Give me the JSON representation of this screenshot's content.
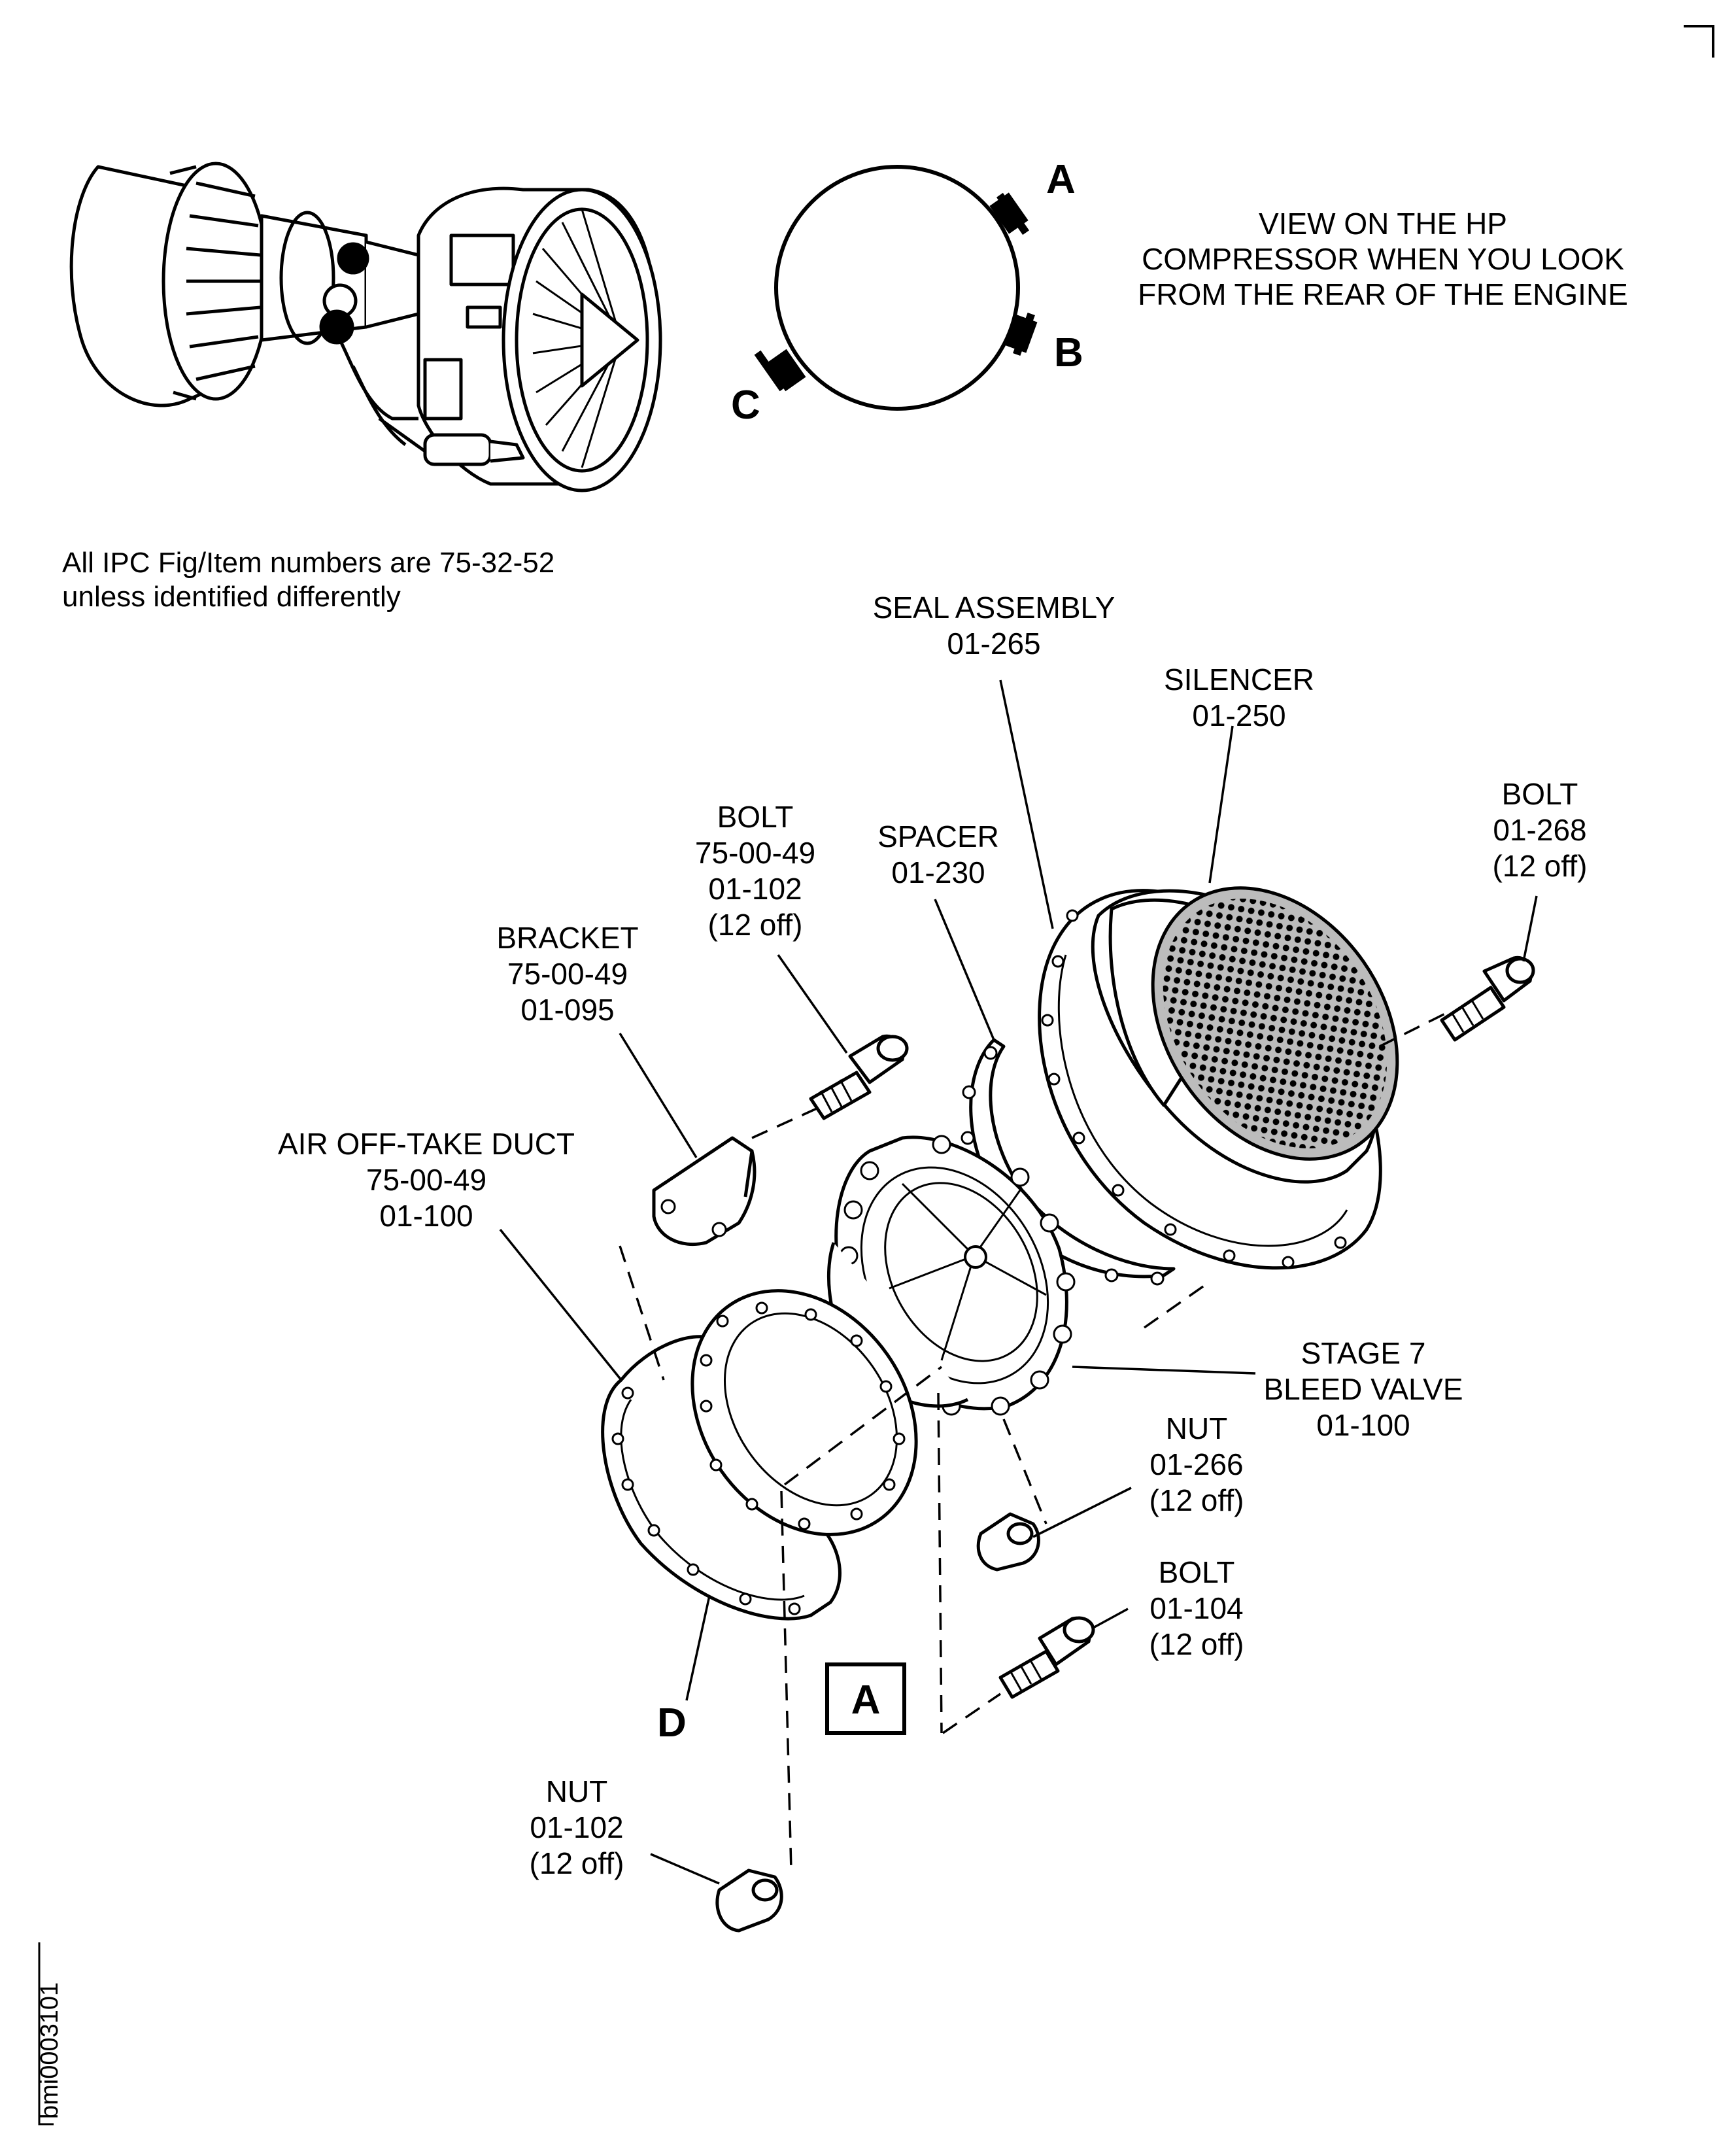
{
  "note": {
    "line1": "All IPC Fig/Item numbers are 75-32-52",
    "line2": "unless identified differently"
  },
  "view_text": {
    "line1": "VIEW ON THE HP",
    "line2": "COMPRESSOR WHEN YOU LOOK",
    "line3": "FROM THE REAR OF THE ENGINE"
  },
  "view_letters": {
    "a": "A",
    "b": "B",
    "c": "C"
  },
  "labels": {
    "seal_assembly": [
      "SEAL ASSEMBLY",
      "01-265"
    ],
    "silencer": [
      "SILENCER",
      "01-250"
    ],
    "bolt_right": [
      "BOLT",
      "01-268",
      "(12 off)"
    ],
    "spacer": [
      "SPACER",
      "01-230"
    ],
    "bolt_top": [
      "BOLT",
      "75-00-49",
      "01-102",
      "(12 off)"
    ],
    "bracket": [
      "BRACKET",
      "75-00-49",
      "01-095"
    ],
    "air_duct": [
      "AIR OFF-TAKE DUCT",
      "75-00-49",
      "01-100"
    ],
    "bleed_valve": [
      "STAGE 7",
      "BLEED VALVE",
      "01-100"
    ],
    "nut_mid": [
      "NUT",
      "01-266",
      "(12 off)"
    ],
    "bolt_low": [
      "BOLT",
      "01-104",
      "(12 off)"
    ],
    "nut_bottom": [
      "NUT",
      "01-102",
      "(12 off)"
    ]
  },
  "markers": {
    "d": "D",
    "a_box": "A"
  },
  "figure_id": "bmi0003101",
  "icons": [
    "engine-icon",
    "silencer-icon",
    "bolt-icon",
    "nut-icon",
    "bracket-icon",
    "duct-icon",
    "valve-icon",
    "spacer-icon"
  ]
}
